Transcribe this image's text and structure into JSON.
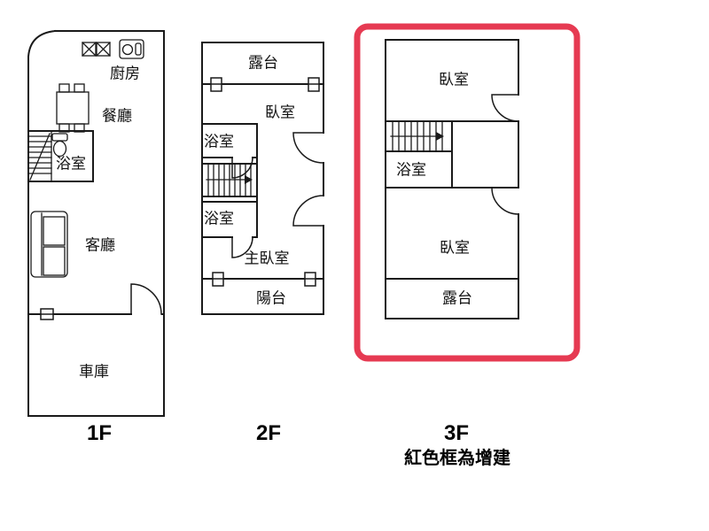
{
  "colors": {
    "line": "#1a1a1a",
    "red_box": "#e63a52",
    "background": "#ffffff"
  },
  "floor1": {
    "label": "1F",
    "rooms": {
      "kitchen": "廚房",
      "dining": "餐廳",
      "bath": "浴室",
      "living": "客廳",
      "garage": "車庫"
    }
  },
  "floor2": {
    "label": "2F",
    "rooms": {
      "terrace": "露台",
      "bedroom": "臥室",
      "bath_upper": "浴室",
      "bath_lower": "浴室",
      "master_bedroom": "主臥室",
      "balcony": "陽台"
    }
  },
  "floor3": {
    "label": "3F",
    "rooms": {
      "bedroom_top": "臥室",
      "bath": "浴室",
      "bedroom_bottom": "臥室",
      "terrace": "露台"
    },
    "note": "紅色框為增建"
  }
}
